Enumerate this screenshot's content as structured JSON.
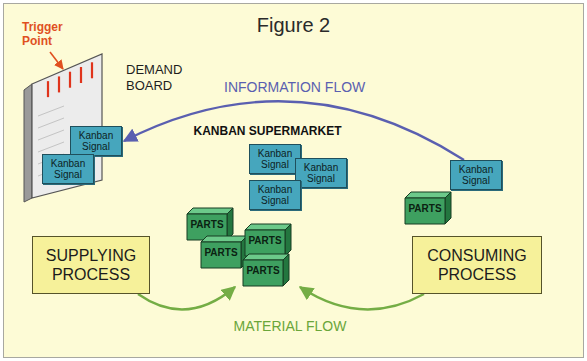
{
  "diagram": {
    "title": "Figure 2",
    "nodes": [
      {
        "text": [
          "DEMAND BOARD"
        ]
      },
      {
        "text": [
          "Kanban Signal"
        ],
        "in": 0
      },
      {
        "text": [
          "Kanban Signal"
        ],
        "in": 0
      },
      {
        "text": [
          "KANBAN SUPERMARKET"
        ]
      },
      {
        "text": [
          "Kanban Signal"
        ],
        "in": 3
      },
      {
        "text": [
          "Kanban Signal"
        ],
        "in": 3
      },
      {
        "text": [
          "Kanban Signal"
        ],
        "in": 3
      },
      {
        "text": [
          "PARTS"
        ],
        "in": 3
      },
      {
        "text": [
          "PARTS"
        ],
        "in": 3
      },
      {
        "text": [
          "PARTS"
        ],
        "in": 3
      },
      {
        "text": [
          "PARTS"
        ],
        "in": 3
      },
      {
        "text": [
          "SUPPLYING PROCESS"
        ]
      },
      {
        "text": [
          "PARTS"
        ]
      },
      {
        "text": [
          "Kanban Signal"
        ]
      },
      {
        "text": [
          "CONSUMING PROCESS"
        ]
      }
    ],
    "edges": [
      {
        "from": 13,
        "to": 1,
        "arrow": "to",
        "label": "INFORMATION FLOW"
      },
      {
        "from": 11,
        "to": 3,
        "arrow": "to"
      },
      {
        "from": 14,
        "to": 3,
        "arrow": "to"
      }
    ],
    "labels": [
      "Trigger Point",
      "MATERIAL FLOW"
    ]
  }
}
